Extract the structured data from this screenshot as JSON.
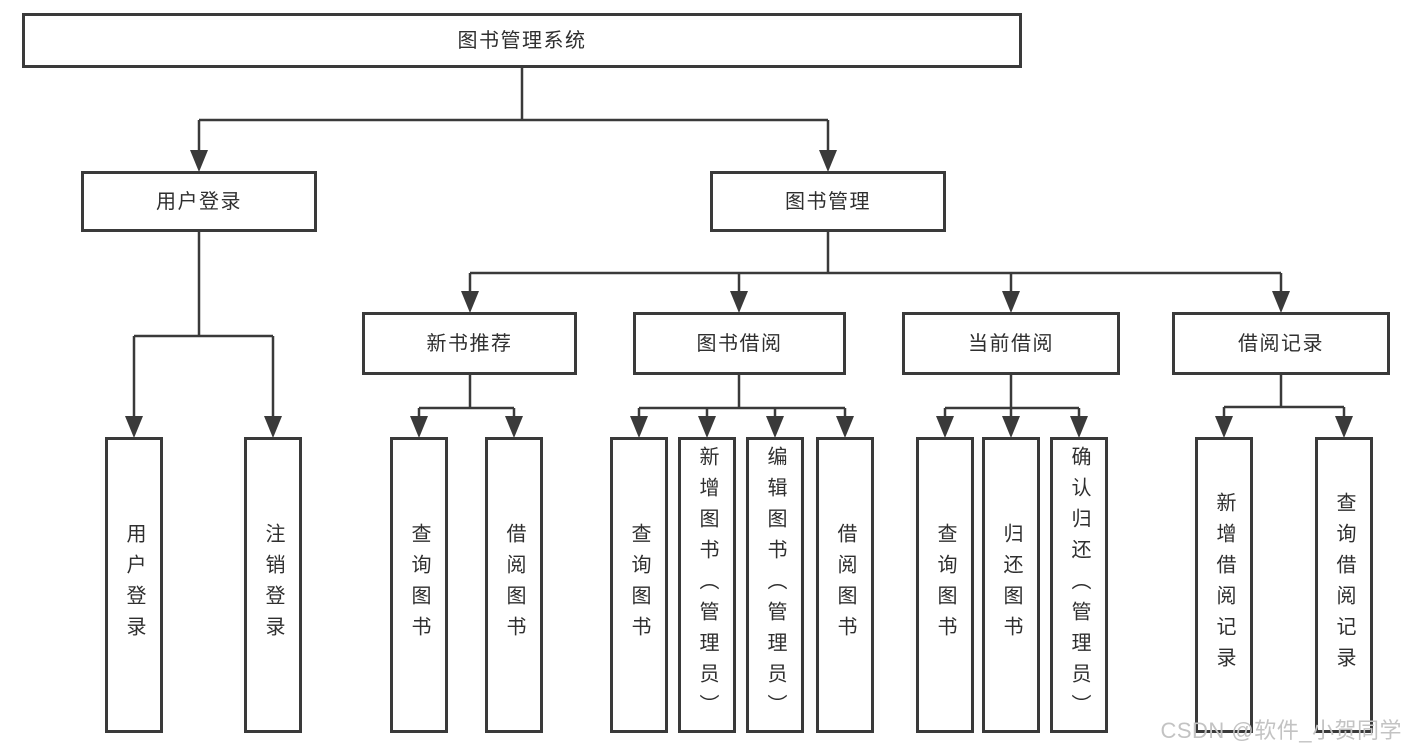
{
  "diagram": {
    "root": {
      "label": "图书管理系统"
    },
    "branches": [
      {
        "label": "用户登录",
        "children": [
          {
            "label": "用户登录"
          },
          {
            "label": "注销登录"
          }
        ]
      },
      {
        "label": "图书管理",
        "children": [
          {
            "label": "新书推荐",
            "children": [
              {
                "label": "查询图书"
              },
              {
                "label": "借阅图书"
              }
            ]
          },
          {
            "label": "图书借阅",
            "children": [
              {
                "label": "查询图书"
              },
              {
                "label": "新增图书（管理员）"
              },
              {
                "label": "编辑图书（管理员）"
              },
              {
                "label": "借阅图书"
              }
            ]
          },
          {
            "label": "当前借阅",
            "children": [
              {
                "label": "查询图书"
              },
              {
                "label": "归还图书"
              },
              {
                "label": "确认归还（管理员）"
              }
            ]
          },
          {
            "label": "借阅记录",
            "children": [
              {
                "label": "新增借阅记录"
              },
              {
                "label": "查询借阅记录"
              }
            ]
          }
        ]
      }
    ]
  },
  "watermark": {
    "text": "CSDN @软件_小贺同学",
    "color": "#c3c3c3"
  },
  "colors": {
    "line": "#3a3a3a",
    "box_border": "#3a3a3a",
    "box_fill": "#ffffff",
    "text": "#2f2f2f",
    "background": "#ffffff"
  }
}
